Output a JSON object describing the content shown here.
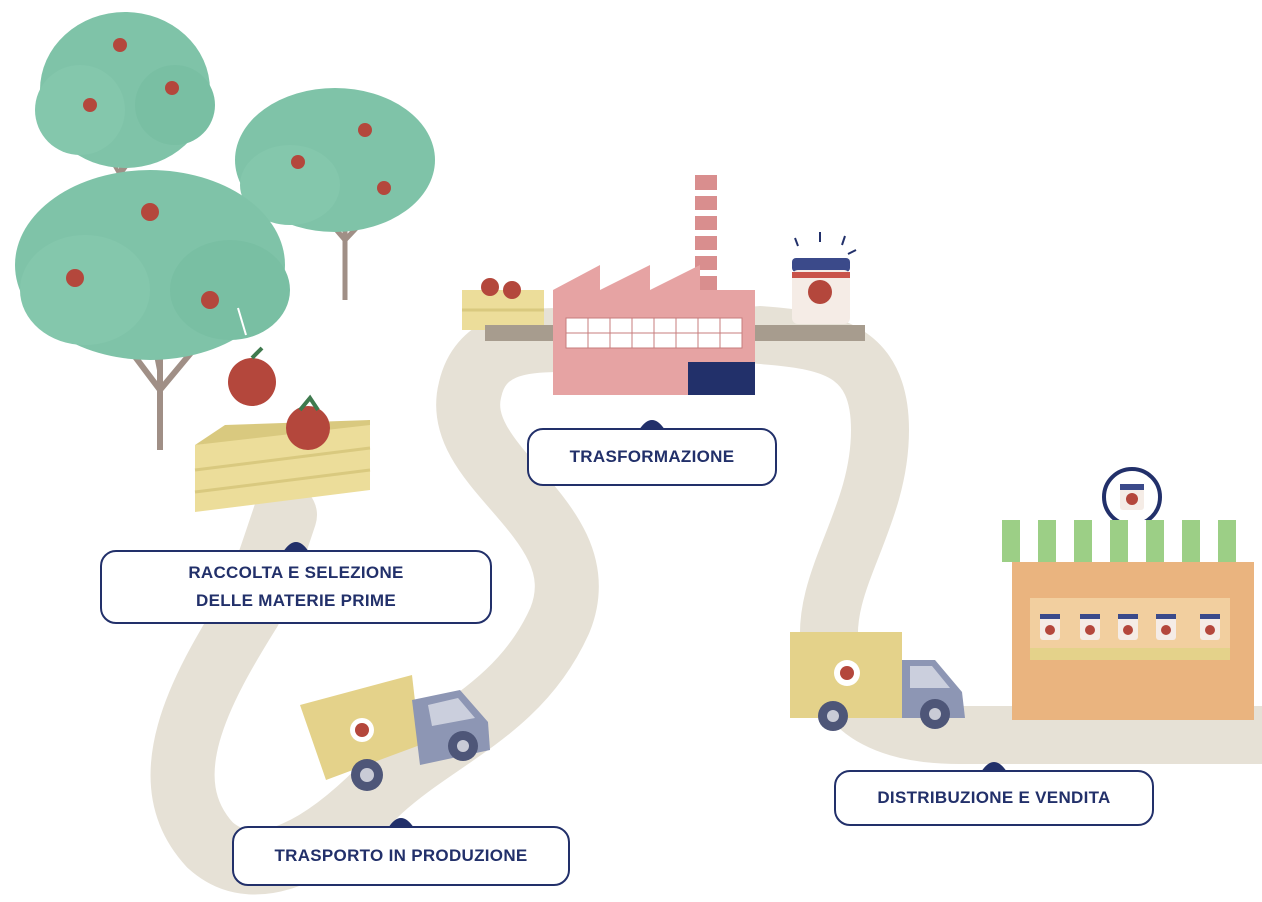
{
  "steps": [
    {
      "line1": "RACCOLTA E SELEZIONE",
      "line2": "DELLE MATERIE PRIME"
    },
    {
      "line1": "TRASPORTO IN PRODUZIONE"
    },
    {
      "line1": "TRASFORMAZIONE"
    },
    {
      "line1": "DISTRIBUZIONE E VENDITA"
    }
  ],
  "colors": {
    "label_navy": "#22306a",
    "tree_green": "#7fc3a8",
    "path_beige": "#e6e1d6",
    "crate_yellow": "#ecdd9a",
    "factory_pink": "#e6a3a3",
    "apple_red": "#b4473c",
    "awning_green": "#9ccf86",
    "shop_orange": "#eab47f",
    "truck_box": "#e4d28a",
    "truck_cab": "#8d96b4"
  },
  "icons": [
    "apple-tree-icon",
    "crate-icon",
    "apple-icon",
    "truck-icon",
    "factory-icon",
    "jam-jar-icon",
    "shop-icon"
  ]
}
